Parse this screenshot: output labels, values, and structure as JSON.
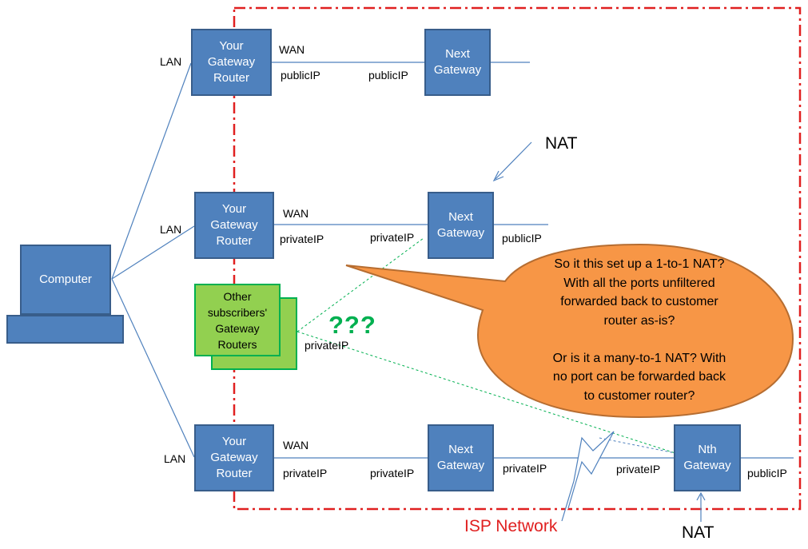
{
  "isp_label": "ISP Network",
  "colors": {
    "router_fill": "#4f81bd",
    "router_border": "#385d8a",
    "subscriber_fill": "#92d050",
    "subscriber_border": "#00b050",
    "isp_border": "#e02020",
    "bubble_fill": "#f79646",
    "bubble_border": "#b66d31",
    "link_line": "#4f81bd",
    "dashed_line": "#00b050"
  },
  "computer": {
    "label": "Computer"
  },
  "lan_labels": [
    "LAN",
    "LAN",
    "LAN"
  ],
  "row1": {
    "router": "Your\nGateway\nRouter",
    "wan": "WAN",
    "left_ip": "publicIP",
    "right_ip": "publicIP",
    "next_gateway": "Next\nGateway"
  },
  "row2": {
    "nat_label": "NAT",
    "router": "Your\nGateway\nRouter",
    "wan": "WAN",
    "left_ip": "privateIP",
    "right_ip": "privateIP",
    "next_gateway": "Next\nGateway",
    "outer_ip": "publicIP"
  },
  "subscribers": {
    "label": "Other\nsubscribers'\nGateway\nRouters",
    "ip": "privateIP",
    "question": "???"
  },
  "row3": {
    "router": "Your\nGateway\nRouter",
    "wan": "WAN",
    "left_ip": "privateIP",
    "right_ip": "privateIP",
    "next_gateway": "Next\nGateway",
    "next_ip": "privateIP",
    "nth_in_ip": "privateIP",
    "nth_gateway": "Nth\nGateway",
    "outer_ip": "publicIP",
    "nat_label": "NAT"
  },
  "bubble_lines": [
    "So it this set up a 1-to-1 NAT?",
    "With all the ports unfiltered",
    "forwarded back to customer",
    "router as-is?",
    "",
    "Or is it a many-to-1 NAT? With",
    "no port can be forwarded back",
    "to customer router?"
  ]
}
